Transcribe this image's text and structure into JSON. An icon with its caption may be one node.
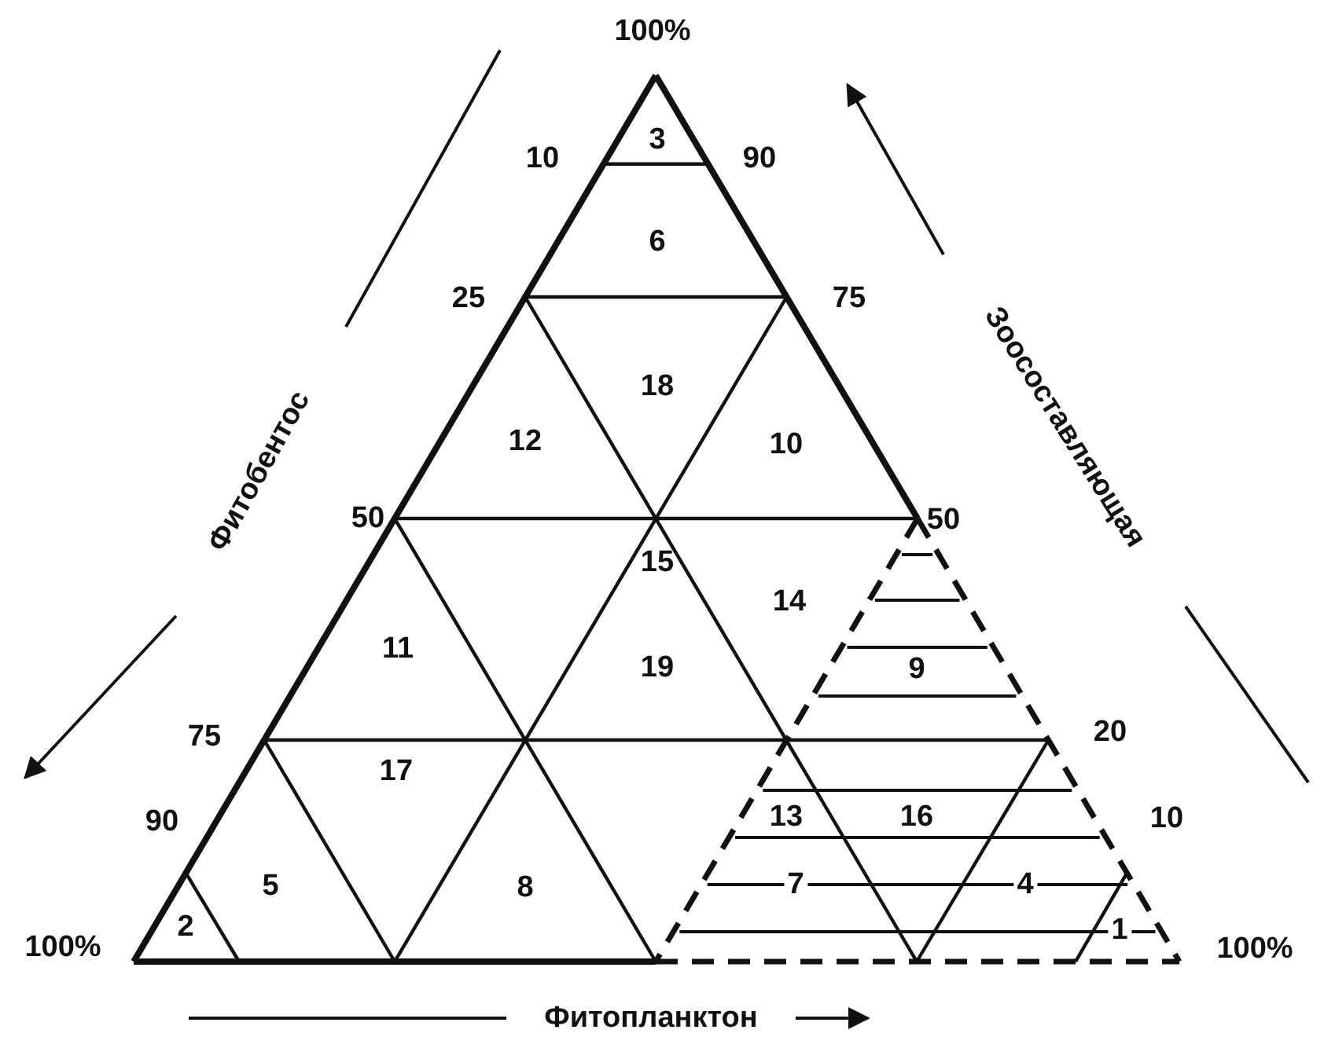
{
  "diagram": {
    "labels": [
      "100%",
      "10",
      "3",
      "90",
      "6",
      "25",
      "75",
      "18",
      "12",
      "10",
      "50",
      "50",
      "15",
      "14",
      "11",
      "19",
      "9",
      "75",
      "20",
      "17",
      "90",
      "13",
      "16",
      "10",
      "5",
      "8",
      "7",
      "4",
      "2",
      "1",
      "100%",
      "100%",
      "Фитобентос",
      "Зоосоставляющая",
      "Фитопланктон"
    ]
  }
}
